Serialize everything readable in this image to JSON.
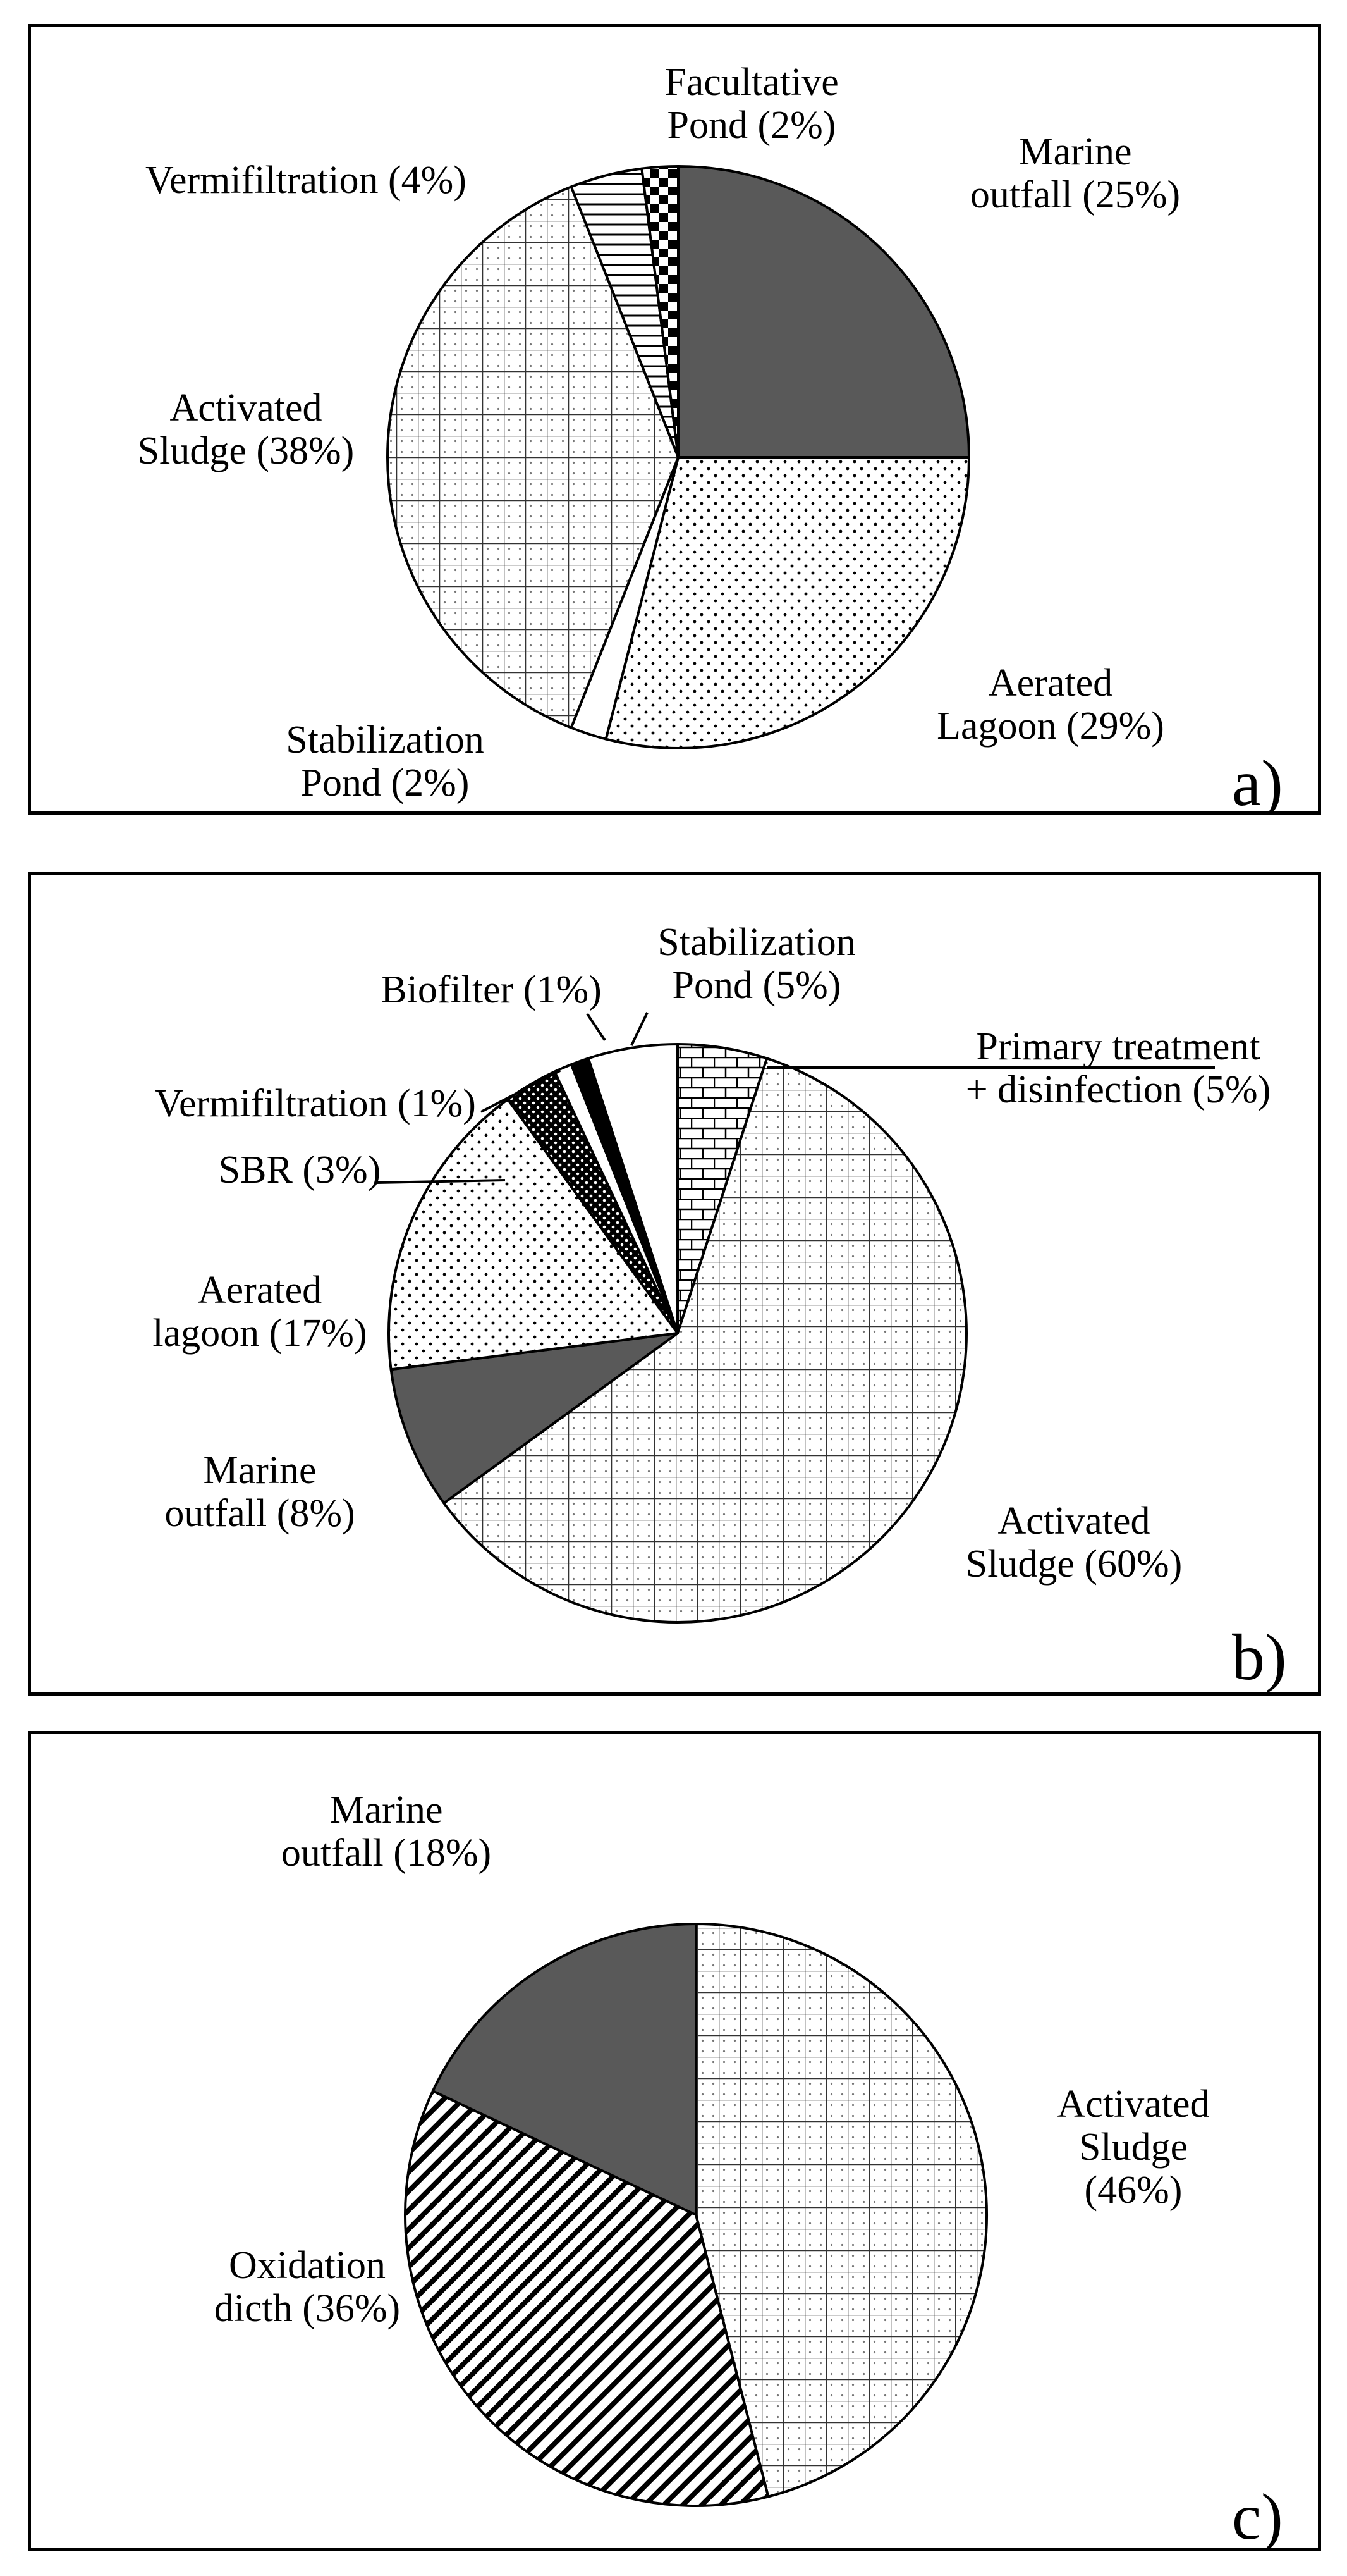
{
  "chart_data": [
    {
      "type": "pie",
      "panel_label": "a)",
      "slices": [
        {
          "name": "Marine outfall",
          "value": 25,
          "label_lines": [
            "Marine",
            "outfall (25%)"
          ],
          "pattern": "solid-dark"
        },
        {
          "name": "Aerated Lagoon",
          "value": 29,
          "label_lines": [
            "Aerated",
            "Lagoon (29%)"
          ],
          "pattern": "dots"
        },
        {
          "name": "Stabilization Pond",
          "value": 2,
          "label_lines": [
            "Stabilization",
            "Pond (2%)"
          ],
          "pattern": "blank"
        },
        {
          "name": "Activated Sludge",
          "value": 38,
          "label_lines": [
            "Activated",
            "Sludge (38%)"
          ],
          "pattern": "grid-dotted"
        },
        {
          "name": "Vermifiltration",
          "value": 4,
          "label_lines": [
            "Vermifiltration (4%)"
          ],
          "pattern": "hlines"
        },
        {
          "name": "Facultative Pond",
          "value": 2,
          "label_lines": [
            "Facultative",
            "Pond (2%)"
          ],
          "pattern": "checker"
        }
      ]
    },
    {
      "type": "pie",
      "panel_label": "b)",
      "slices": [
        {
          "name": "Primary treatment + disinfection",
          "value": 5,
          "label_lines": [
            "Primary treatment",
            "+ disinfection (5%)"
          ],
          "pattern": "bricks"
        },
        {
          "name": "Activated Sludge",
          "value": 60,
          "label_lines": [
            "Activated",
            "Sludge (60%)"
          ],
          "pattern": "grid-dotted"
        },
        {
          "name": "Marine outfall",
          "value": 8,
          "label_lines": [
            "Marine",
            "outfall (8%)"
          ],
          "pattern": "solid-dark"
        },
        {
          "name": "Aerated lagoon",
          "value": 17,
          "label_lines": [
            "Aerated",
            "lagoon (17%)"
          ],
          "pattern": "dots"
        },
        {
          "name": "SBR",
          "value": 3,
          "label_lines": [
            "SBR (3%)"
          ],
          "pattern": "dark-dots"
        },
        {
          "name": "Vermifiltration",
          "value": 1,
          "label_lines": [
            "Vermifiltration (1%)"
          ],
          "pattern": "blank"
        },
        {
          "name": "Biofilter",
          "value": 1,
          "label_lines": [
            "Biofilter (1%)"
          ],
          "pattern": "solid-black"
        },
        {
          "name": "Stabilization Pond",
          "value": 5,
          "label_lines": [
            "Stabilization",
            "Pond (5%)"
          ],
          "pattern": "blank"
        }
      ]
    },
    {
      "type": "pie",
      "panel_label": "c)",
      "slices": [
        {
          "name": "Activated Sludge",
          "value": 46,
          "label_lines": [
            "Activated",
            "Sludge",
            "(46%)"
          ],
          "pattern": "grid-dotted"
        },
        {
          "name": "Oxidation dicth",
          "value": 36,
          "label_lines": [
            "Oxidation",
            "dicth (36%)"
          ],
          "pattern": "diag"
        },
        {
          "name": "Marine outfall",
          "value": 18,
          "label_lines": [
            "Marine",
            "outfall (18%)"
          ],
          "pattern": "solid-dark"
        }
      ]
    }
  ]
}
